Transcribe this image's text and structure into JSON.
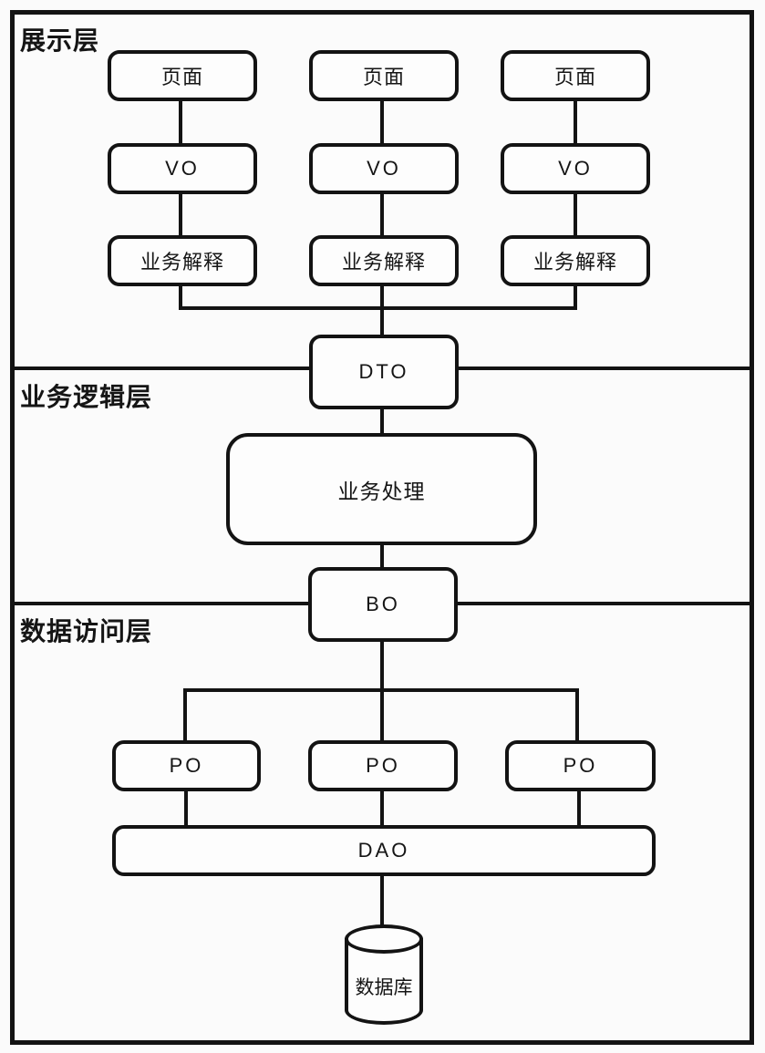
{
  "layers": {
    "presentation": {
      "label": "展示层"
    },
    "business": {
      "label": "业务逻辑层"
    },
    "data_access": {
      "label": "数据访问层"
    }
  },
  "nodes": {
    "page": "页面",
    "vo": "VO",
    "interpret": "业务解释",
    "dto": "DTO",
    "process": "业务处理",
    "bo": "BO",
    "po": "PO",
    "dao": "DAO",
    "database": "数据库"
  },
  "colors": {
    "ink": "#131313",
    "background": "#fbfbfb",
    "node_fill": "#fdfdfd"
  }
}
